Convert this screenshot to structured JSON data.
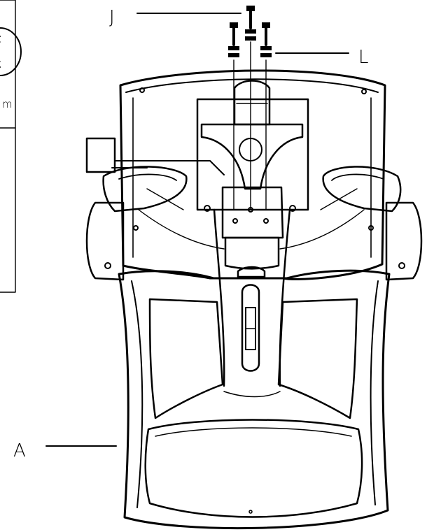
{
  "figure": {
    "callouts": {
      "j": "J",
      "l": "L",
      "a": "A"
    },
    "inset_fragment_text": "m",
    "colors": {
      "ink": "#000000",
      "paper": "#ffffff"
    },
    "icons": [
      "bolt-icon",
      "washer-icon",
      "seat-pan-icon",
      "chair-back-icon",
      "armrest-icon",
      "mechanism-icon",
      "lever-icon",
      "inset-bolt-icon"
    ]
  }
}
